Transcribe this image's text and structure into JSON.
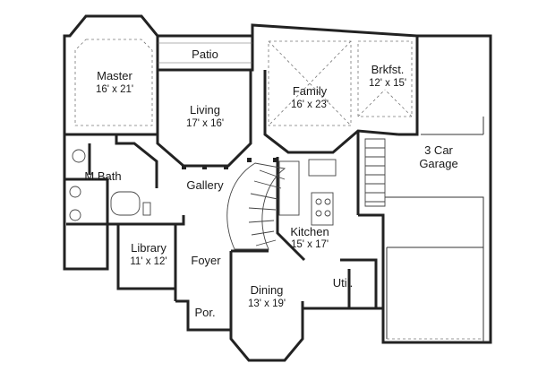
{
  "rooms": [
    {
      "id": "master",
      "name": "Master",
      "dims": "16' x 21'"
    },
    {
      "id": "patio",
      "name": "Patio",
      "dims": ""
    },
    {
      "id": "living",
      "name": "Living",
      "dims": "17' x 16'"
    },
    {
      "id": "family",
      "name": "Family",
      "dims": "16' x 23'"
    },
    {
      "id": "brkfst",
      "name": "Brkfst.",
      "dims": "12' x 15'"
    },
    {
      "id": "garage",
      "name": "3 Car",
      "dims": "Garage"
    },
    {
      "id": "mbath",
      "name": "M.Bath",
      "dims": ""
    },
    {
      "id": "gallery",
      "name": "Gallery",
      "dims": ""
    },
    {
      "id": "library",
      "name": "Library",
      "dims": "11' x 12'"
    },
    {
      "id": "foyer",
      "name": "Foyer",
      "dims": ""
    },
    {
      "id": "kitchen",
      "name": "Kitchen",
      "dims": "15' x 17'"
    },
    {
      "id": "dining",
      "name": "Dining",
      "dims": "13' x 19'"
    },
    {
      "id": "util",
      "name": "Util.",
      "dims": ""
    },
    {
      "id": "porch",
      "name": "Por.",
      "dims": ""
    }
  ]
}
